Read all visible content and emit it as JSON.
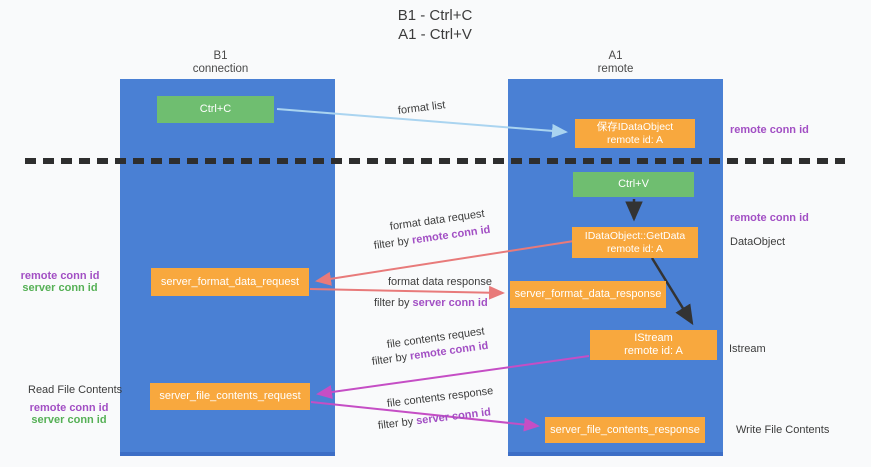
{
  "title": {
    "line1": "B1 - Ctrl+C",
    "line2": "A1 - Ctrl+V"
  },
  "lanes": {
    "left": {
      "title": "B1",
      "subtitle": "connection"
    },
    "right": {
      "title": "A1",
      "subtitle": "remote"
    }
  },
  "nodes": {
    "ctrl_c": {
      "label": "Ctrl+C"
    },
    "save_idataobject": {
      "line1": "保存IDataObject",
      "line2": "remote id: A"
    },
    "ctrl_v": {
      "label": "Ctrl+V"
    },
    "idataobject_getdata": {
      "line1": "IDataObject::GetData",
      "line2": "remote id: A"
    },
    "server_format_data_request": {
      "label": "server_format_data_request"
    },
    "server_format_data_response": {
      "label": "server_format_data_response"
    },
    "istream": {
      "line1": "IStream",
      "line2": "remote id: A"
    },
    "server_file_contents_request": {
      "label": "server_file_contents_request"
    },
    "server_file_contents_response": {
      "label": "server_file_contents_response"
    }
  },
  "edge_labels": {
    "format_list": "format list",
    "format_data_request": "format data request",
    "format_data_response": "format data response",
    "file_contents_request": "file contents request",
    "file_contents_response": "file contents response",
    "filter_prefix": "filter by ",
    "remote_conn_id": "remote conn id",
    "server_conn_id": "server conn id"
  },
  "side_labels": {
    "remote_conn_id_top_right": "remote conn id",
    "remote_conn_id_mid_right": "remote conn id",
    "dataobject": "DataObject",
    "istream": "Istream",
    "write_file_contents": "Write File Contents",
    "remote_conn_id_left_1": "remote conn id",
    "server_conn_id_left_1": "server conn id",
    "read_file_contents": "Read File Contents",
    "remote_conn_id_left_2": "remote conn id",
    "server_conn_id_left_2": "server conn id"
  },
  "colors": {
    "lane_blue": "#4a80d4",
    "node_green": "#6fbe70",
    "node_orange": "#f8a83e",
    "arrow_light_blue": "#aad4f0",
    "arrow_salmon": "#e87a7a",
    "arrow_magenta": "#c54ec5",
    "arrow_black": "#333333",
    "dashed_line": "#2e2e2e",
    "text_purple": "#a24fc4",
    "text_green": "#55b055"
  }
}
